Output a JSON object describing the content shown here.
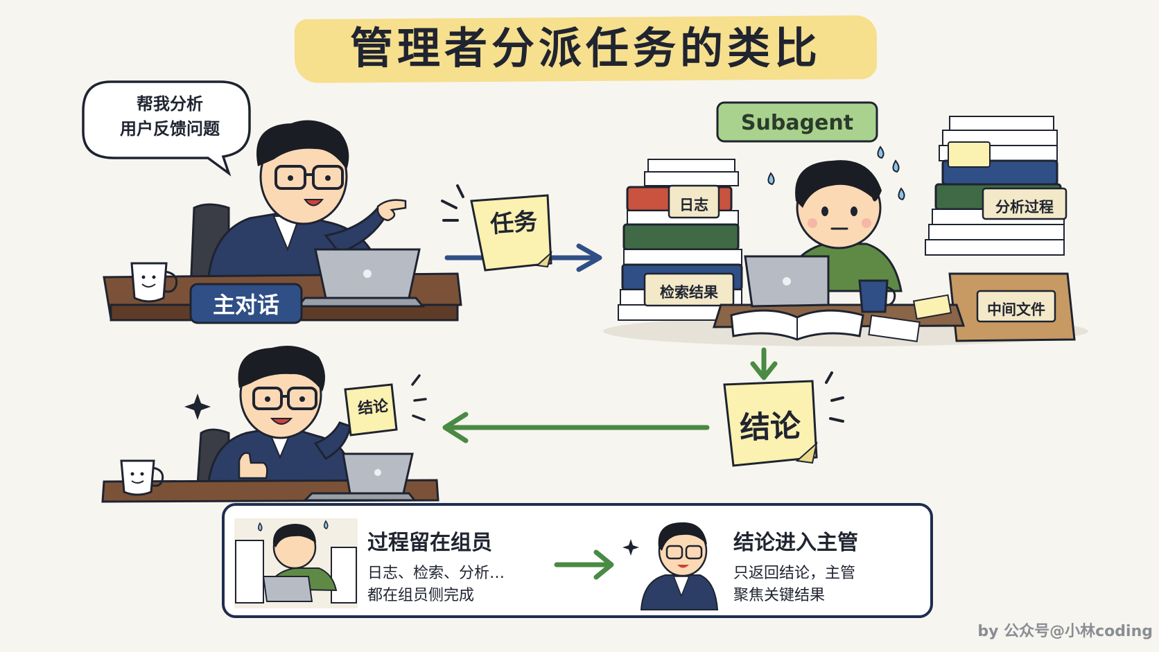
{
  "title": "管理者分派任务的类比",
  "manager_speech": [
    "帮我分析",
    "用户反馈问题"
  ],
  "manager_label": "主对话",
  "task_note": "任务",
  "subagent_label": "Subagent",
  "subagent_tags": {
    "log": "日志",
    "search_results": "检索结果",
    "analysis": "分析过程",
    "intermediate_files": "中间文件"
  },
  "conclusion_big": "结论",
  "conclusion_small": "结论",
  "summary": {
    "left_title": "过程留在组员",
    "left_lines": [
      "日志、检索、分析…",
      "都在组员侧完成"
    ],
    "right_title": "结论进入主管",
    "right_lines": [
      "只返回结论，主管",
      "聚焦关键结果"
    ]
  },
  "credit": "by 公众号@小林coding",
  "colors": {
    "background": "#f7f5ef",
    "title_highlight": "#f6df8d",
    "sticky_note": "#fbf1b0",
    "arrow_blue": "#2f4f86",
    "arrow_green": "#4a8a44",
    "subagent_badge": "#a9d28f",
    "suit_navy": "#2c3e66",
    "desk_wood": "#7b5238",
    "laptop_gray": "#b7bcc4"
  },
  "icons": [
    "speech-bubble-icon",
    "coffee-mug-icon",
    "laptop-icon",
    "sparkle-icon",
    "sweat-drop-icon",
    "binder-icon",
    "paper-stack-icon",
    "thumbs-up-icon"
  ]
}
